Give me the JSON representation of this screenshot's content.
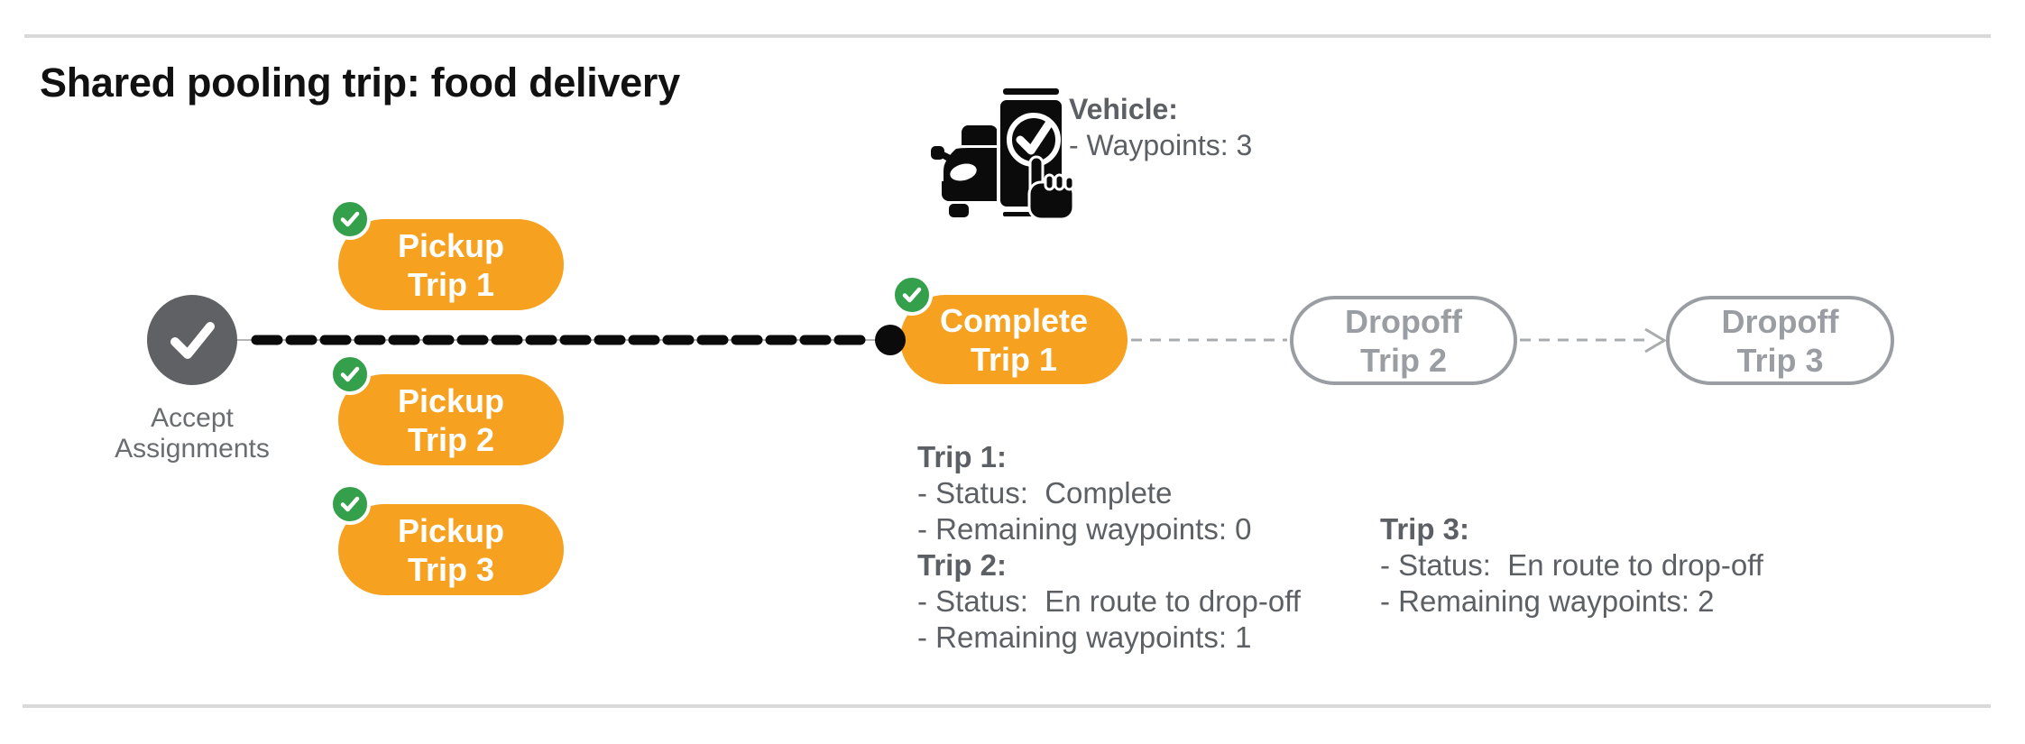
{
  "title": "Shared pooling trip: food delivery",
  "vehicle": {
    "icon": "car-phone-check-icon",
    "label": "Vehicle:",
    "waypoints": "- Waypoints: 3"
  },
  "flow": {
    "start": {
      "icon": "check-icon",
      "line1": "Accept",
      "line2": "Assignments"
    },
    "pickups": [
      {
        "badge": "check-icon",
        "line1": "Pickup",
        "line2": "Trip 1"
      },
      {
        "badge": "check-icon",
        "line1": "Pickup",
        "line2": "Trip 2"
      },
      {
        "badge": "check-icon",
        "line1": "Pickup",
        "line2": "Trip 3"
      }
    ],
    "complete": {
      "badge": "check-icon",
      "line1": "Complete",
      "line2": "Trip 1"
    },
    "dropoffs": [
      {
        "line1": "Dropoff",
        "line2": "Trip 2"
      },
      {
        "line1": "Dropoff",
        "line2": "Trip 3"
      }
    ]
  },
  "trip_details": {
    "trip1": {
      "title": "Trip 1:",
      "status": "- Status:  Complete",
      "waypoints": "- Remaining waypoints: 0"
    },
    "trip2": {
      "title": "Trip 2:",
      "status": "- Status:  En route to drop-off",
      "waypoints": "- Remaining waypoints: 1"
    },
    "trip3": {
      "title": "Trip 3:",
      "status": "- Status:  En route to drop-off",
      "waypoints": "- Remaining waypoints: 2"
    }
  },
  "colors": {
    "orange": "#f6a120",
    "green": "#34a04c",
    "circle-gray": "#5f6164",
    "outline-gray": "#9a9ea3",
    "text-gray": "#5c6064",
    "label-gray": "#6a6d70",
    "thin-gray": "#b5b5b5",
    "dash-gray": "#a9acaf",
    "rule-gray": "#d9d9d9",
    "ink": "#111111",
    "black": "#0b0b0b"
  }
}
